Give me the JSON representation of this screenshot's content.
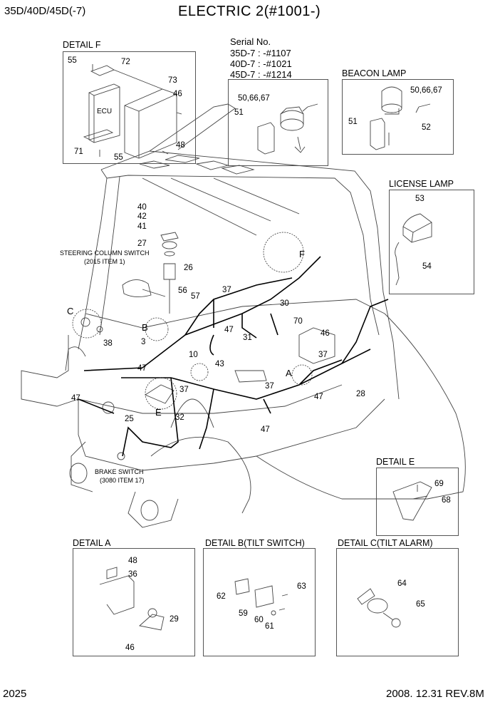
{
  "header": {
    "model": "35D/40D/45D(-7)",
    "title": "ELECTRIC 2(#1001-)"
  },
  "footer": {
    "page": "2025",
    "date_rev": "2008. 12.31  REV.8M"
  },
  "serial": {
    "label": "Serial No.",
    "lines": [
      "35D-7 : -#1107",
      "40D-7 : -#1021",
      "45D-7 : -#1214"
    ]
  },
  "details": {
    "f": "DETAIL F",
    "beacon": "BEACON LAMP",
    "license": "LICENSE LAMP",
    "e": "DETAIL E",
    "a": "DETAIL A",
    "b": "DETAIL B(TILT SWITCH)",
    "c": "DETAIL C(TILT ALARM)"
  },
  "callouts": {
    "steering": [
      "STEERING COLUMN SWITCH",
      "(2015 ITEM 1)"
    ],
    "brake": [
      "BRAKE SWITCH",
      "(3080 ITEM 17)"
    ],
    "ecu": "ECU"
  },
  "parts": {
    "f": [
      "55",
      "72",
      "73",
      "46",
      "48",
      "71",
      "55"
    ],
    "serial": [
      "50,66,67",
      "51"
    ],
    "beacon": [
      "50,66,67",
      "51",
      "52"
    ],
    "license": [
      "53",
      "54"
    ],
    "main": [
      "40",
      "42",
      "41",
      "27",
      "26",
      "56",
      "57",
      "37",
      "30",
      "C",
      "38",
      "3",
      "B",
      "47",
      "70",
      "46",
      "37",
      "31",
      "F",
      "10",
      "43",
      "47",
      "37",
      "A",
      "47",
      "28",
      "37",
      "47",
      "E",
      "32",
      "25",
      "47"
    ],
    "e": [
      "69",
      "68"
    ],
    "a": [
      "48",
      "36",
      "29",
      "46"
    ],
    "b": [
      "62",
      "63",
      "59",
      "60",
      "61"
    ],
    "c": [
      "64",
      "65"
    ]
  }
}
